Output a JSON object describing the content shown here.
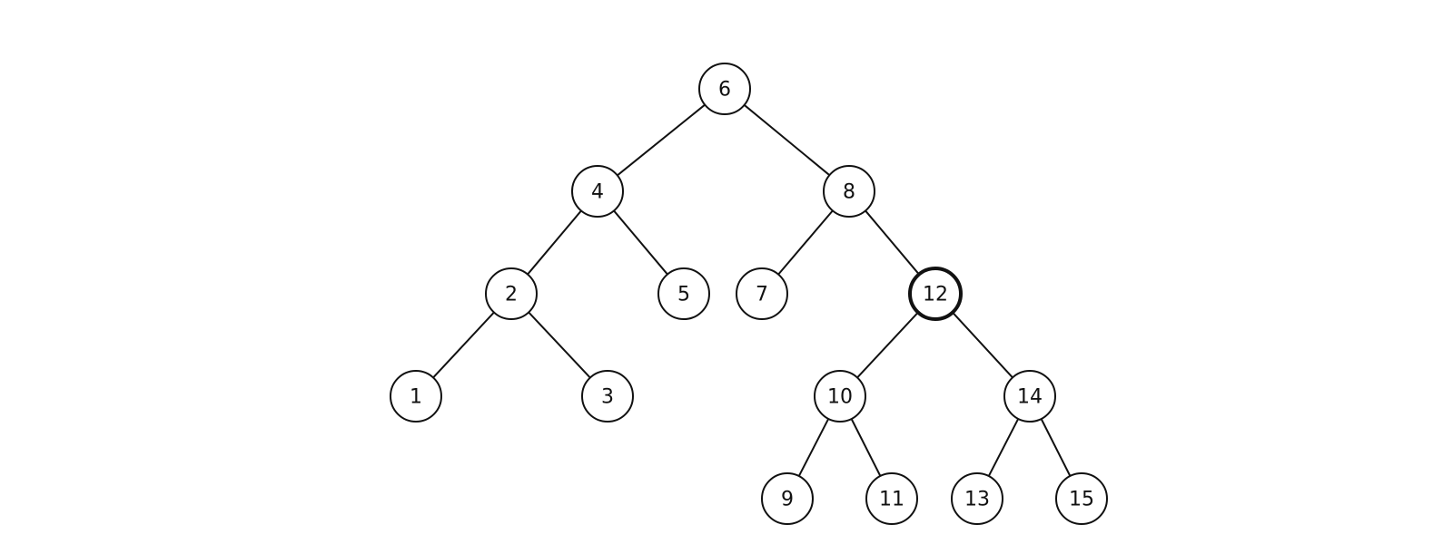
{
  "tree": {
    "root": "6",
    "highlighted": "12",
    "nodes": [
      {
        "id": "6",
        "label": "6"
      },
      {
        "id": "4",
        "label": "4"
      },
      {
        "id": "8",
        "label": "8"
      },
      {
        "id": "2",
        "label": "2"
      },
      {
        "id": "5",
        "label": "5"
      },
      {
        "id": "7",
        "label": "7"
      },
      {
        "id": "12",
        "label": "12"
      },
      {
        "id": "1",
        "label": "1"
      },
      {
        "id": "3",
        "label": "3"
      },
      {
        "id": "10",
        "label": "10"
      },
      {
        "id": "14",
        "label": "14"
      },
      {
        "id": "9",
        "label": "9"
      },
      {
        "id": "11",
        "label": "11"
      },
      {
        "id": "13",
        "label": "13"
      },
      {
        "id": "15",
        "label": "15"
      }
    ],
    "edges": [
      {
        "from": "6",
        "to": "4"
      },
      {
        "from": "6",
        "to": "8"
      },
      {
        "from": "4",
        "to": "2"
      },
      {
        "from": "4",
        "to": "5"
      },
      {
        "from": "8",
        "to": "7"
      },
      {
        "from": "8",
        "to": "12"
      },
      {
        "from": "2",
        "to": "1"
      },
      {
        "from": "2",
        "to": "3"
      },
      {
        "from": "12",
        "to": "10"
      },
      {
        "from": "12",
        "to": "14"
      },
      {
        "from": "10",
        "to": "9"
      },
      {
        "from": "10",
        "to": "11"
      },
      {
        "from": "14",
        "to": "13"
      },
      {
        "from": "14",
        "to": "15"
      }
    ]
  }
}
